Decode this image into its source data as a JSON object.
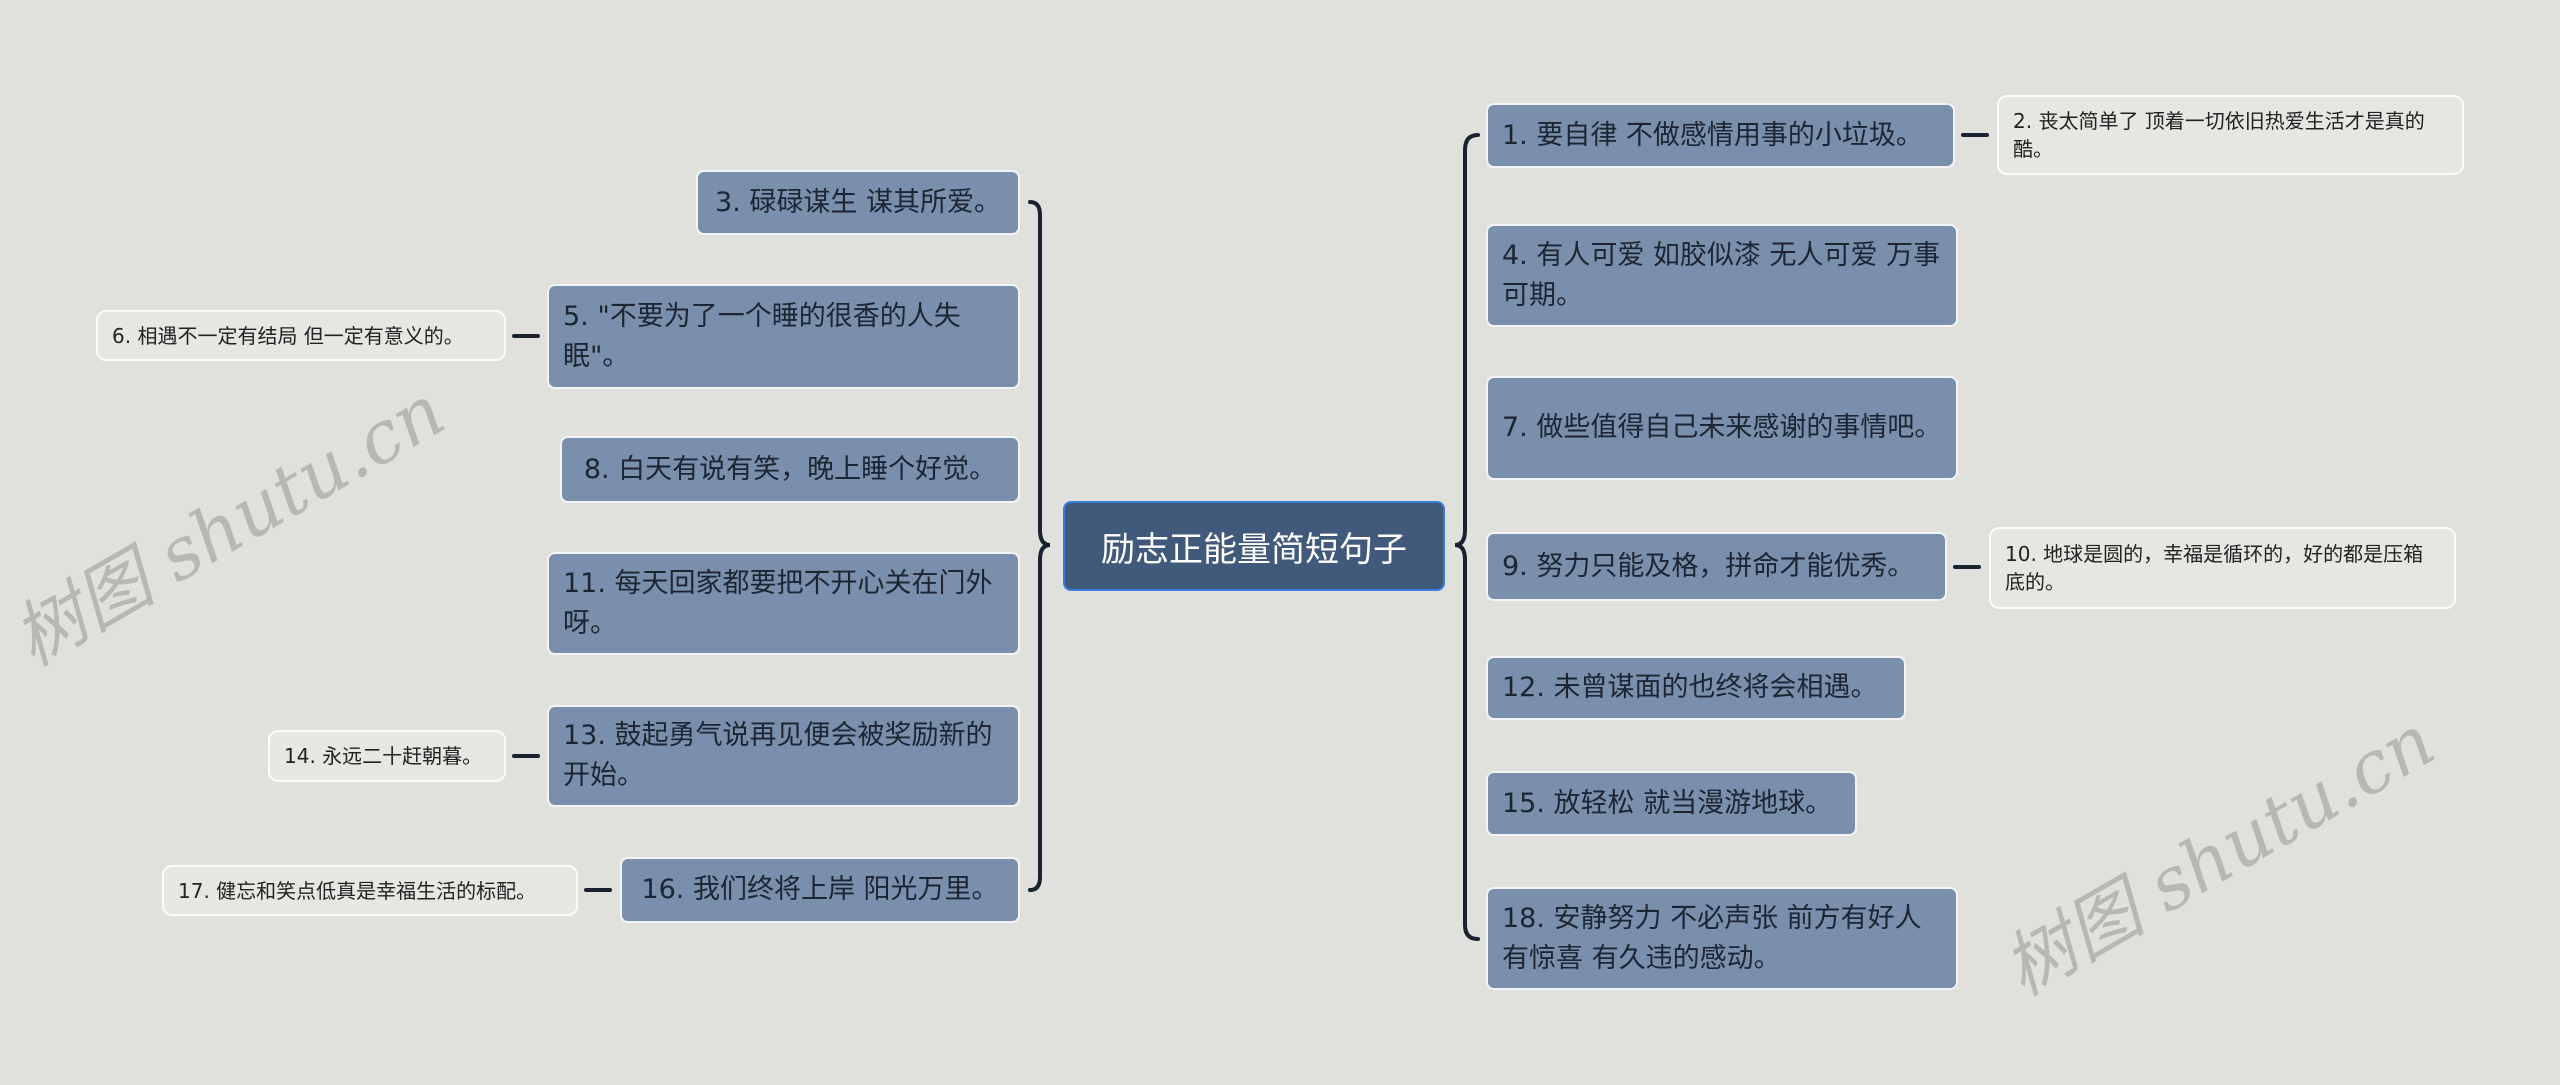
{
  "title": "励志正能量简短句子",
  "watermark": "树图 shutu.cn",
  "colors": {
    "background": "#e0e1dc",
    "node": "#7a8fac",
    "center": "#41597a",
    "center_border": "#3b7dd8",
    "line": "#1a2230"
  },
  "left": [
    {
      "label": "3. 碌碌谋生 谋其所爱。"
    },
    {
      "label": "5. \"不要为了一个睡的很香的人失眠\"。",
      "child": "6. 相遇不一定有结局 但一定有意义的。"
    },
    {
      "label": "8. 白天有说有笑，晚上睡个好觉。"
    },
    {
      "label": "11. 每天回家都要把不开心关在门外呀。"
    },
    {
      "label": "13. 鼓起勇气说再见便会被奖励新的开始。",
      "child": "14. 永远二十赶朝暮。"
    },
    {
      "label": "16. 我们终将上岸 阳光万里。",
      "child": "17. 健忘和笑点低真是幸福生活的标配。"
    }
  ],
  "right": [
    {
      "label": "1. 要自律 不做感情用事的小垃圾。",
      "child": "2. 丧太简单了 顶着一切依旧热爱生活才是真的酷。"
    },
    {
      "label": "4. 有人可爱 如胶似漆 无人可爱 万事可期。"
    },
    {
      "label": "7. 做些值得自己未来感谢的事情吧。"
    },
    {
      "label": "9. 努力只能及格，拼命才能优秀。",
      "child": "10. 地球是圆的，幸福是循环的，好的都是压箱底的。"
    },
    {
      "label": "12. 未曾谋面的也终将会相遇。"
    },
    {
      "label": "15. 放轻松 就当漫游地球。"
    },
    {
      "label": "18. 安静努力 不必声张 前方有好人 有惊喜 有久违的感动。"
    }
  ]
}
